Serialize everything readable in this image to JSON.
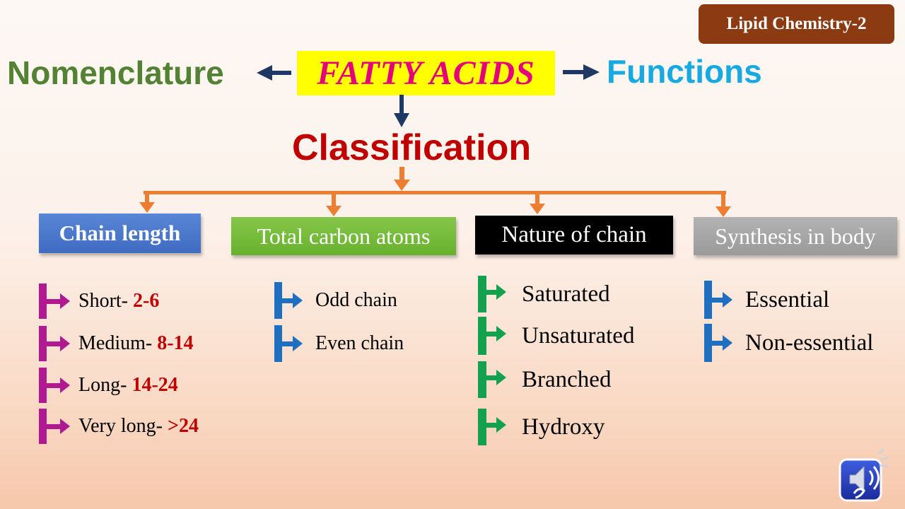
{
  "badge": "Lipid Chemistry-2",
  "title": "FATTY ACIDS",
  "left_topic": "Nomenclature",
  "right_topic": "Functions",
  "center_topic": "Classification",
  "categories": [
    {
      "label": "Chain length",
      "items": [
        {
          "text": "Short- ",
          "value": "2-6"
        },
        {
          "text": "Medium- ",
          "value": "8-14"
        },
        {
          "text": "Long- ",
          "value": "14-24"
        },
        {
          "text": "Very long- ",
          "value": ">24"
        }
      ]
    },
    {
      "label": "Total carbon atoms",
      "items": [
        {
          "text": "Odd chain"
        },
        {
          "text": "Even chain"
        }
      ]
    },
    {
      "label": "Nature of chain",
      "items": [
        {
          "text": "Saturated"
        },
        {
          "text": "Unsaturated"
        },
        {
          "text": "Branched"
        },
        {
          "text": "Hydroxy"
        }
      ]
    },
    {
      "label": "Synthesis in body",
      "items": [
        {
          "text": "Essential"
        },
        {
          "text": "Non-essential"
        }
      ]
    }
  ],
  "colors": {
    "badge_bg": "#8b3a12",
    "title_bg": "#ffff00",
    "title_text": "#e5007e",
    "nomenclature": "#548235",
    "functions": "#17a9e1",
    "classification": "#c00000",
    "connector": "#ed7d31",
    "arrow_navy": "#1f3864",
    "bullet_col1": "#b0198f",
    "bullet_col2": "#1f6fc0",
    "bullet_col3": "#13a14f",
    "bullet_col4": "#1f6fc0"
  },
  "icons": [
    "hook-bullet-icon",
    "arrow-left-icon",
    "arrow-right-icon",
    "arrow-down-icon",
    "speaker-logo-icon"
  ]
}
